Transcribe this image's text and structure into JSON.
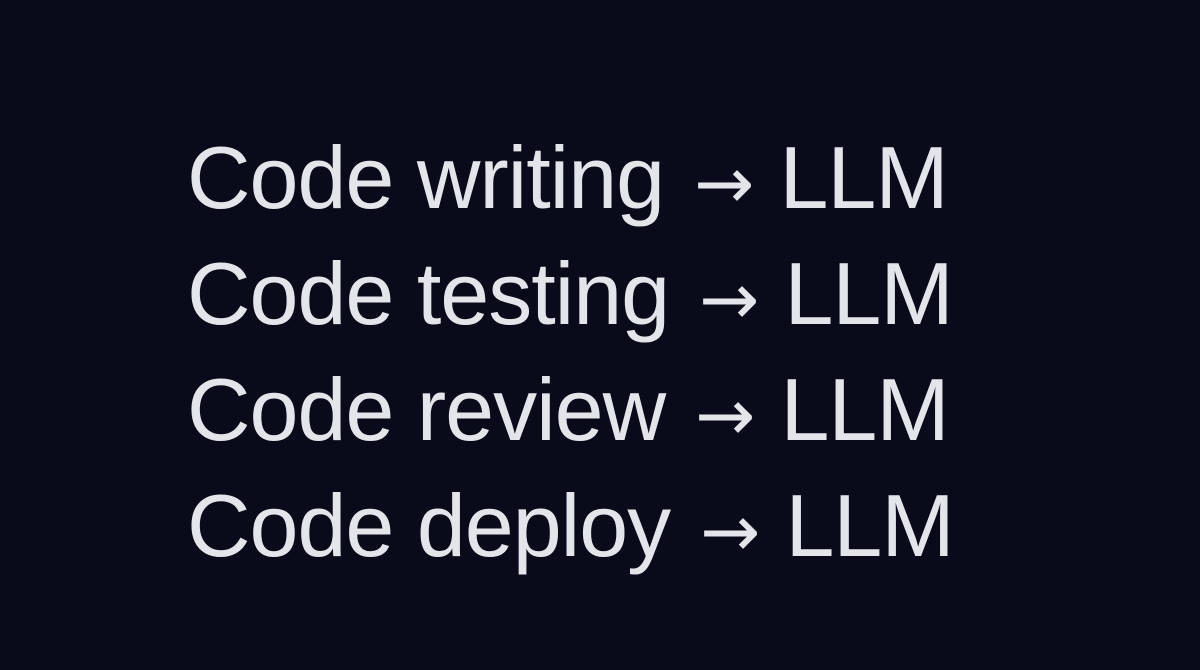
{
  "background_color": "#0a0b1a",
  "text_color": "#e4e5ea",
  "lines": [
    {
      "task": "Code writing",
      "arrow": "→",
      "target": "LLM"
    },
    {
      "task": "Code testing",
      "arrow": "→",
      "target": "LLM"
    },
    {
      "task": "Code review",
      "arrow": "→",
      "target": "LLM"
    },
    {
      "task": "Code deploy",
      "arrow": "→",
      "target": "LLM"
    }
  ]
}
